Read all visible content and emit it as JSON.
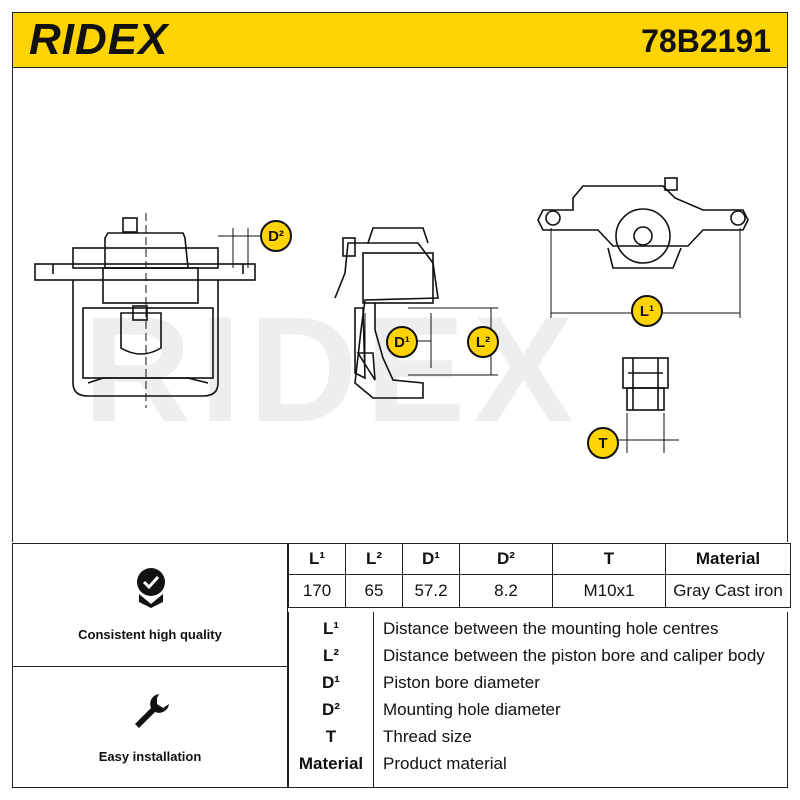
{
  "header": {
    "brand": "RIDEX",
    "part_number": "78B2191"
  },
  "drawing": {
    "watermark": "RIDEX",
    "dims": {
      "L1": "L¹",
      "L2": "L²",
      "D1": "D¹",
      "D2": "D²",
      "T": "T"
    }
  },
  "spec_table": {
    "headers": [
      "L¹",
      "L²",
      "D¹",
      "D²",
      "T",
      "Material"
    ],
    "values": [
      "170",
      "65",
      "57.2",
      "8.2",
      "M10x1",
      "Gray Cast iron"
    ]
  },
  "features": [
    {
      "icon": "quality-check-icon",
      "label": "Consistent high quality"
    },
    {
      "icon": "wrench-icon",
      "label": "Easy installation"
    }
  ],
  "legend": [
    {
      "key": "L¹",
      "desc": "Distance between the mounting hole centres"
    },
    {
      "key": "L²",
      "desc": "Distance between the piston bore and caliper body"
    },
    {
      "key": "D¹",
      "desc": "Piston bore diameter"
    },
    {
      "key": "D²",
      "desc": "Mounting hole diameter"
    },
    {
      "key": "T",
      "desc": "Thread size"
    },
    {
      "key": "Material",
      "desc": "Product material"
    }
  ],
  "colors": {
    "brand_yellow": "#ffd400",
    "ink": "#111111"
  }
}
